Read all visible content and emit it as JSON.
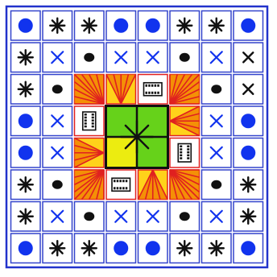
{
  "board": {
    "rows": 8,
    "cols": 8,
    "outer_grid": [
      [
        "dot-blue",
        "star",
        "star",
        "dot-blue",
        "dot-blue",
        "star",
        "star",
        "dot-blue"
      ],
      [
        "star",
        "x-blue",
        "dot-black",
        "x-blue",
        "x-blue",
        "dot-black",
        "x-blue",
        "x-black"
      ],
      [
        "star",
        "dot-black",
        "inner",
        "inner",
        "inner",
        "inner",
        "dot-black",
        "x-black"
      ],
      [
        "dot-blue",
        "x-blue",
        "inner",
        "inner",
        "inner",
        "inner",
        "x-blue",
        "dot-blue"
      ],
      [
        "dot-blue",
        "x-blue",
        "inner",
        "inner",
        "inner",
        "inner",
        "x-blue",
        "dot-blue"
      ],
      [
        "star",
        "dot-black",
        "inner",
        "inner",
        "inner",
        "inner",
        "dot-black",
        "star"
      ],
      [
        "star",
        "x-blue",
        "dot-black",
        "x-blue",
        "x-blue",
        "dot-black",
        "x-blue",
        "star"
      ],
      [
        "dot-blue",
        "star",
        "star",
        "dot-blue",
        "dot-blue",
        "star",
        "star",
        "dot-blue"
      ]
    ],
    "inner_grid": [
      [
        "fan-tl",
        "fan-t",
        "film-h",
        "fan-tr"
      ],
      [
        "film-v",
        "center",
        "center",
        "fan-r"
      ],
      [
        "fan-l",
        "center",
        "center",
        "film-v"
      ],
      [
        "fan-bl",
        "film-h",
        "fan-b",
        "fan-br"
      ]
    ]
  },
  "colors": {
    "board_border": "#2233cc",
    "cell_border": "#3344cc",
    "blue_dot": "#1133ee",
    "black_mark": "#111111",
    "fan_red": "#e02020",
    "fan_orange": "#f07a00",
    "fan_yellow": "#ffd21a",
    "center_green": "#66d21a",
    "center_yellow": "#ecec10",
    "center_border": "#111111"
  },
  "icons": [
    "blue-dot-icon",
    "asterisk-icon",
    "x-mark-icon",
    "black-dot-icon",
    "fan-icon",
    "film-strip-icon",
    "center-star-icon"
  ]
}
